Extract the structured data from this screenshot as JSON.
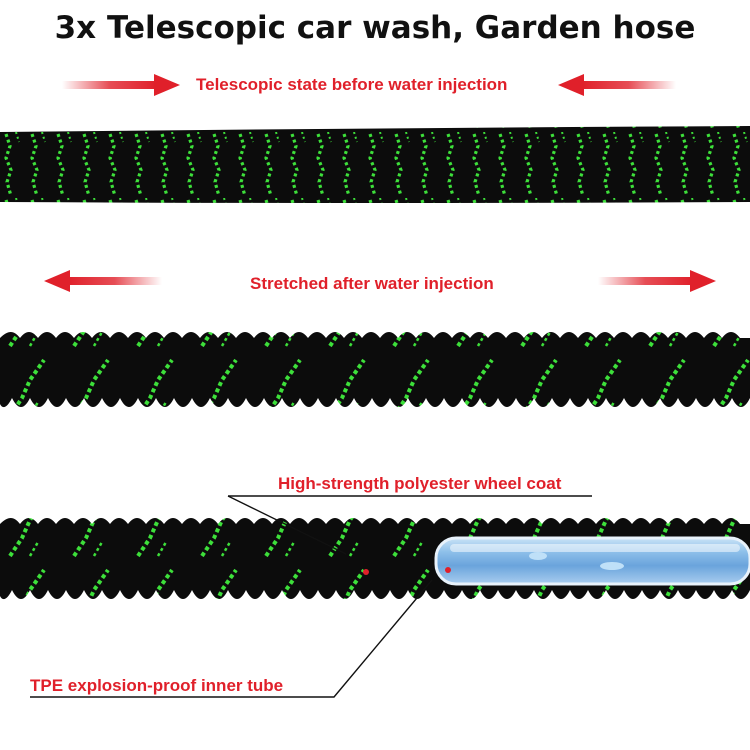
{
  "title": "3x Telescopic car wash, Garden hose",
  "labels": {
    "before": "Telescopic state before water injection",
    "after": "Stretched after water injection",
    "coat": "High-strength polyester wheel coat",
    "tube": "TPE explosion-proof inner tube"
  },
  "colors": {
    "accent_red": "#e0202a",
    "hose_black": "#0c0c0c",
    "hose_green": "#3de03a",
    "tube_blue": "#7fb6e6"
  },
  "icons": [
    "arrow-right-icon",
    "arrow-left-icon"
  ]
}
